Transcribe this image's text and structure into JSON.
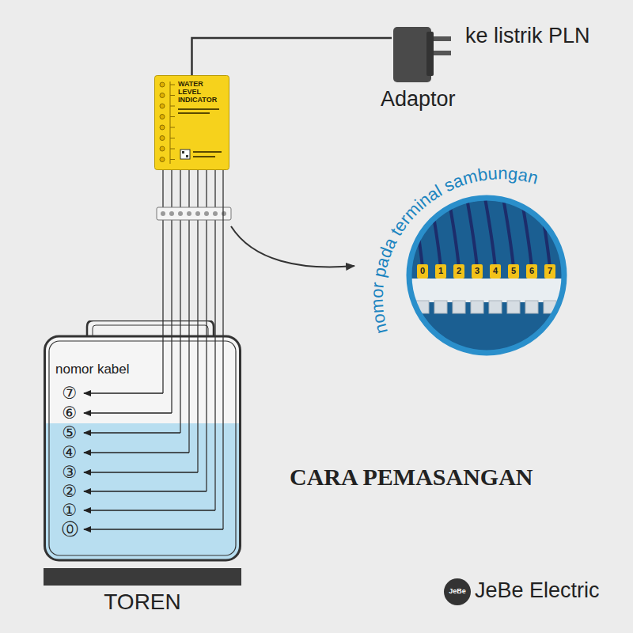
{
  "diagram": {
    "title": "CARA PEMASANGAN",
    "nodes": [
      {
        "text": [
          "Adaptor"
        ]
      },
      {
        "text": [
          "WATER LEVEL INDICATOR"
        ]
      },
      {
        "text": [
          "TOREN"
        ]
      }
    ],
    "edges": [
      {
        "from": 0,
        "to": 1,
        "arrow": "none"
      },
      {
        "from": 1,
        "to": 2,
        "arrow": "none"
      }
    ],
    "labels": [
      "ke listrik PLN",
      "nomor pada terminal sambungan",
      "0",
      "1",
      "2",
      "3",
      "4",
      "5",
      "6",
      "7",
      "nomor kabel",
      "⑦",
      "⑥",
      "⑤",
      "④",
      "③",
      "②",
      "①",
      "⓪",
      "JeBe",
      "JeBe Electric"
    ]
  }
}
